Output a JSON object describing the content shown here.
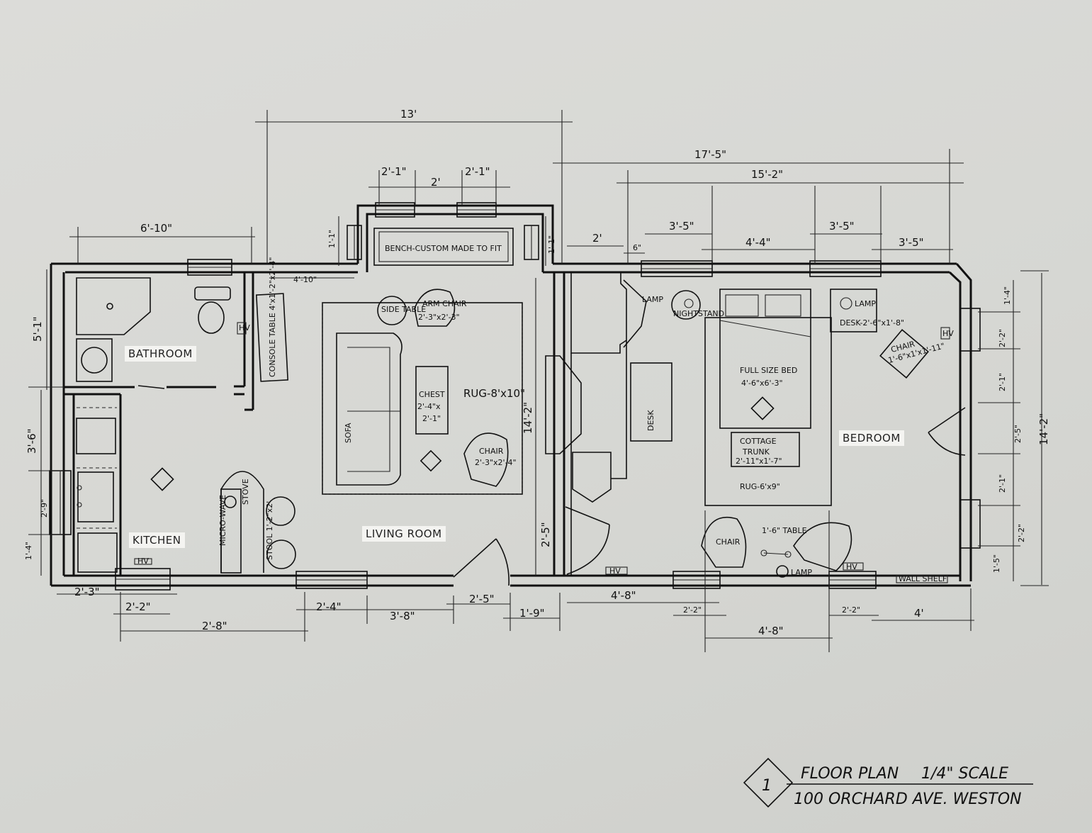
{
  "title_block": {
    "number": "1",
    "title": "FLOOR PLAN",
    "scale": "1/4\" SCALE",
    "address": "100 ORCHARD AVE. WESTON"
  },
  "rooms": {
    "bathroom": "BATHROOM",
    "kitchen": "KITCHEN",
    "living": "LIVING ROOM",
    "bedroom": "BEDROOM"
  },
  "furniture": {
    "bench": "BENCH-CUSTOM MADE TO FIT",
    "console": "CONSOLE TABLE 4'x1'-2\"x2'-4\"",
    "side_table": "SIDE TABLE",
    "arm_chair": "ARM CHAIR",
    "arm_chair_size": "2'-3\"x2'-3\"",
    "sofa": "SOFA",
    "chest": "CHEST",
    "chest_size_1": "2'-4\"x",
    "chest_size_2": "2'-1\"",
    "rug_living": "RUG-8'x10\"",
    "chair_living": "CHAIR",
    "chair_living_size": "2'-3\"x2'-4\"",
    "lamp_1": "LAMP",
    "nightstand": "NIGHTSTAND",
    "desk_bed": "DESK",
    "full_bed": "FULL SIZE BED",
    "full_bed_size": "4'-6\"x6'-3\"",
    "trunk_1": "COTTAGE",
    "trunk_2": "TRUNK",
    "trunk_size": "2'-11\"x1'-7\"",
    "rug_bed": "RUG-6'x9\"",
    "lamp_2": "LAMP",
    "desk_right": "DESK-2'-6\"x1'-8\"",
    "chair_right": "CHAIR",
    "chair_right_size": "1'-6\"x1'x1'-11\"",
    "chair_bed": "CHAIR",
    "table_bed": "1'-6\" TABLE",
    "lamp_3": "LAMP",
    "wall_shelf": "WALL SHELF",
    "microwave": "MICRO-WAVE",
    "stove": "STOVE",
    "stool": "STOOL 1'-2\"x2'",
    "hv": "HV"
  },
  "dimensions": {
    "d_13": "13'",
    "d_17_5": "17'-5\"",
    "d_15_2": "15'-2\"",
    "d_6_10": "6'-10\"",
    "d_2_1a": "2'-1\"",
    "d_2": "2'",
    "d_2_1b": "2'-1\"",
    "d_1_1a": "1'-1\"",
    "d_1_1b": "1'-1\"",
    "d_4_10": "4'-10\"",
    "d_5_1": "5'-1\"",
    "d_3_6": "3'-6\"",
    "d_2_9": "2'-9\"",
    "d_1_4l": "1'-4\"",
    "d_2_3": "2'-3\"",
    "d_2_2a": "2'-2\"",
    "d_2_8": "2'-8\"",
    "d_2_4": "2'-4\"",
    "d_3_8": "3'-8\"",
    "d_2_5a": "2'-5\"",
    "d_1_9": "1'-9\"",
    "d_14_2a": "14'-2\"",
    "d_2_5b": "2'-5\"",
    "d_2m": "2'",
    "d_6in": "6\"",
    "d_3_5a": "3'-5\"",
    "d_4_4": "4'-4\"",
    "d_3_5b": "3'-5\"",
    "d_3_5c": "3'-5\"",
    "d_4_8a": "4'-8\"",
    "d_2_2b": "2'-2\"",
    "d_4_8b": "4'-8\"",
    "d_2_2c": "2'-2\"",
    "d_4": "4'",
    "d_1_4r": "1'-4\"",
    "d_2_2r": "2'-2\"",
    "d_2_1r": "2'-1\"",
    "d_2_5r": "2'-5\"",
    "d_2_1r2": "2'-1\"",
    "d_2_2r2": "2'-2\"",
    "d_1_5": "1'-5\"",
    "d_14_2b": "14'-2\""
  }
}
